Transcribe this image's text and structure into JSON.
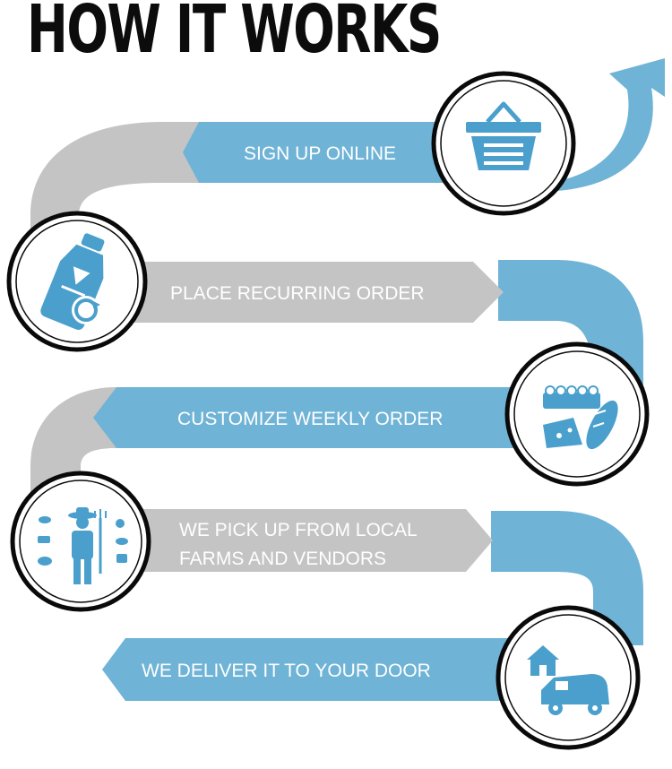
{
  "title": "HOW IT WORKS",
  "colors": {
    "blue": "#6fb3d6",
    "gray": "#c4c4c4",
    "ring": "#0a0a0a",
    "text": "#ffffff"
  },
  "steps": [
    {
      "label": "SIGN UP ONLINE",
      "icon": "basket-icon"
    },
    {
      "label": "PLACE RECURRING ORDER",
      "icon": "milk-bottle-icon"
    },
    {
      "label": "CUSTOMIZE WEEKLY ORDER",
      "icon": "groceries-icon"
    },
    {
      "label_line1": "WE PICK UP FROM LOCAL",
      "label_line2": "FARMS AND VENDORS",
      "icon": "farmer-icon"
    },
    {
      "label": "WE DELIVER IT TO YOUR DOOR",
      "icon": "delivery-van-icon"
    }
  ]
}
